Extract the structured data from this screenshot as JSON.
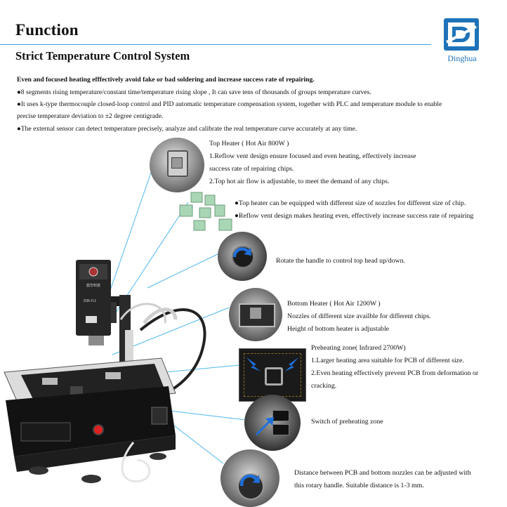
{
  "header": {
    "title": "Function",
    "subtitle": "Strict Temperature Control System",
    "logo_text": "Dinghua"
  },
  "intro": {
    "lead": "Even and focused heating efffectively avoid fake or bad soldering and increase success rate of repairing.",
    "bullet1": "●8 segments rising temperature/constant time/temperature rising slope , It can save tens of thousands of groups temperature curves.",
    "bullet2_line1": "●It uses k-type thermocouple closed-loop control and PID automatic temperature compensation system, together with PLC and temperature module to enable",
    "bullet2_line2": "precise temperature deviation to ±2 degree centigrade.",
    "bullet3": "●The external sensor can detect temperature precisely, analyze and calibrate the real temperature curve accurately at any time."
  },
  "features": {
    "top_heater": {
      "title": "Top Heater ( Hot Air 800W )",
      "line1": "1.Reflow vent design ensure focused and even heating, effectively increase",
      "line2": "success rate of repairing chips.",
      "line3": "2.Top hot air flow is adjustable, to meet the demand of any chips."
    },
    "nozzles": {
      "line1": "●Top heater can be equipped with different size of nozzles for different size  of chip.",
      "line2": "●Reflow vent design makes heating even, effectively increase  success rate of repairing"
    },
    "handle": {
      "line1": "Rotate the handle to control top head up/down."
    },
    "bottom_heater": {
      "title": "Bottom Heater ( Hot Air 1200W )",
      "line1": "Nozzles of different size availble for different chips.",
      "line2": "Height of bottom heater is adjustable"
    },
    "preheating": {
      "title": "Preheating zone( Infrared 2700W)",
      "line1": "1.Larger heating area suitable for PCB of different size.",
      "line2": "2.Even heating effectively prevent PCB from deformation or",
      "line3": "cracking."
    },
    "switch": {
      "line1": "Switch of preheating zone"
    },
    "distance": {
      "line1": "Distance between PCB and bottom nozzles can be adjusted with",
      "line2": "this rotary handle. Suitable distance is 1-3 mm."
    }
  },
  "machine": {
    "brand_label": "鼎华科技",
    "model_label": "DH-G1"
  }
}
